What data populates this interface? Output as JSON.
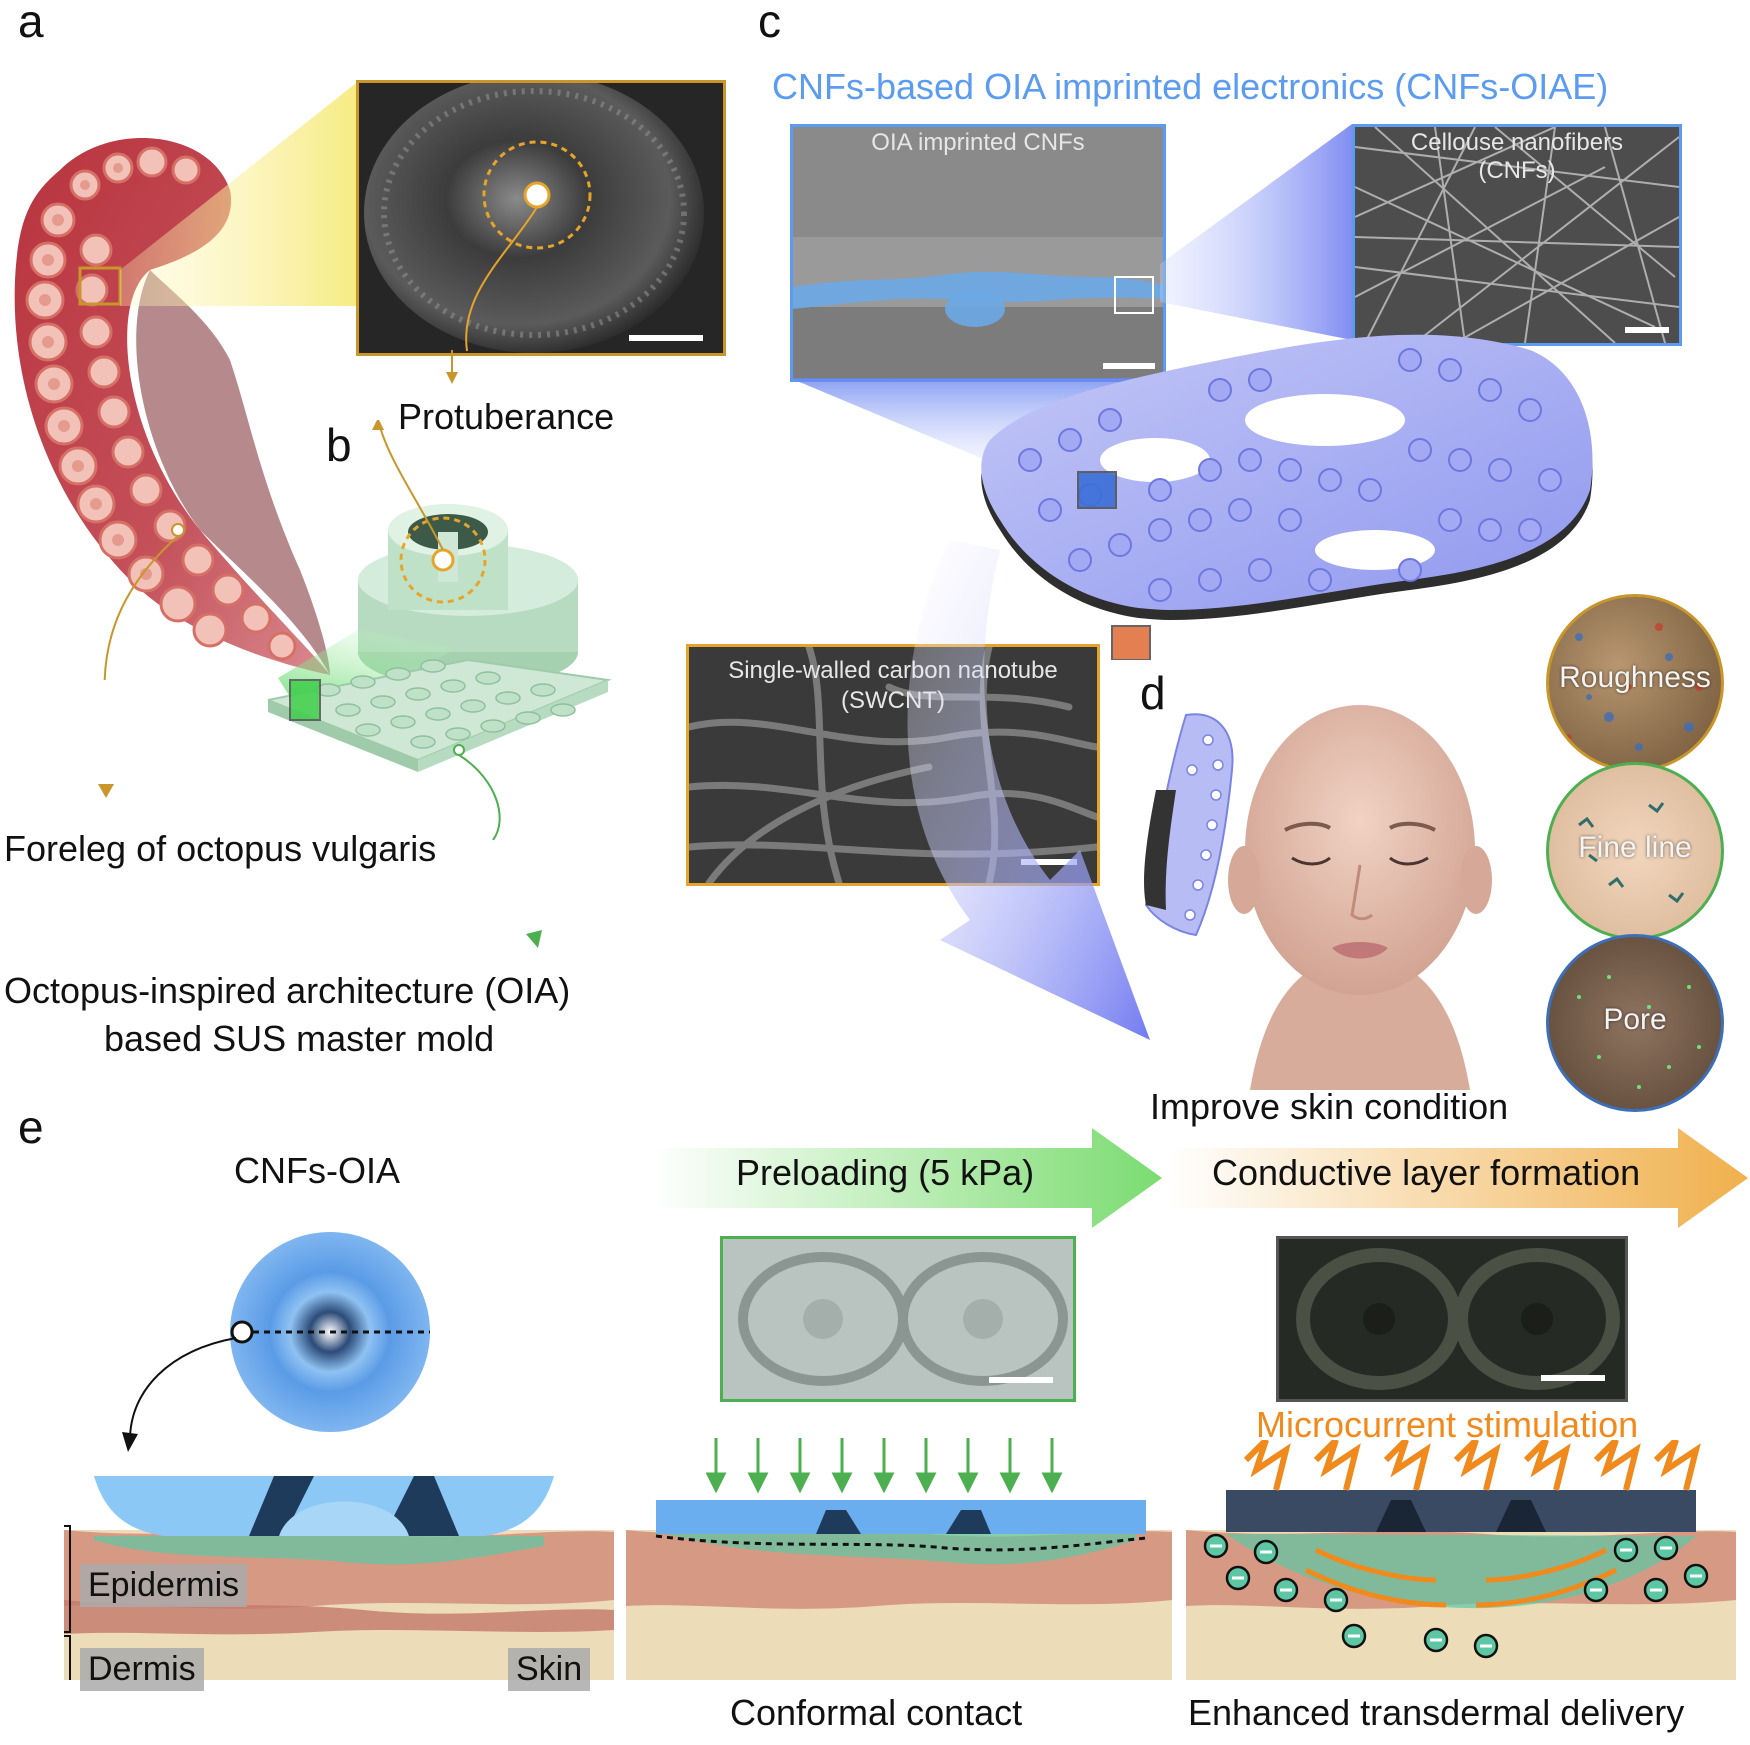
{
  "panels": {
    "a": {
      "letter": "a",
      "callout": "Protuberance",
      "caption": "Foreleg of octopus vulgaris"
    },
    "b": {
      "letter": "b",
      "caption_line1": "Octopus-inspired architecture (OIA)",
      "caption_line2": "based SUS master mold"
    },
    "c": {
      "letter": "c",
      "title": "CNFs-based OIA imprinted electronics (CNFs-OIAE)",
      "inset_left_title": "OIA imprinted CNFs",
      "inset_right_title_line1": "Cellouse nanofibers",
      "inset_right_title_line2": "(CNFs)",
      "inset_bottom_title_line1": "Single-walled carbon nanotube",
      "inset_bottom_title_line2": "(SWCNT)"
    },
    "d": {
      "letter": "d",
      "caption": "Improve skin condition",
      "circles": [
        "Roughness",
        "Fine line",
        "Pore"
      ]
    },
    "e": {
      "letter": "e",
      "col1_title": "CNFs-OIA",
      "arrow1_label": "Preloading (5 kPa)",
      "arrow2_label": "Conductive layer formation",
      "microcurrent": "Microcurrent stimulation",
      "layer_epidermis": "Epidermis",
      "layer_dermis": "Dermis",
      "layer_skin": "Skin",
      "caption2": "Conformal contact",
      "caption3": "Enhanced transdermal delivery"
    }
  },
  "colors": {
    "accent_blue": "#5b9bf0",
    "gold": "#c8962a",
    "green": "#4caf50",
    "orange": "#f08a1c"
  }
}
